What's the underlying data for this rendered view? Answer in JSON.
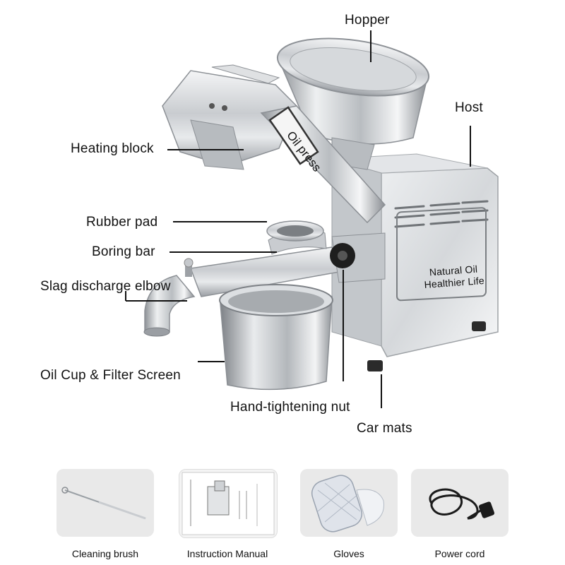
{
  "parts": {
    "hopper": "Hopper",
    "host": "Host",
    "heating_block": "Heating block",
    "rubber_pad": "Rubber pad",
    "boring_bar": "Boring bar",
    "slag_discharge_elbow": "Slag discharge elbow",
    "oil_cup_filter": "Oil Cup & Filter Screen",
    "hand_tightening_nut": "Hand-tightening nut",
    "car_mats": "Car mats"
  },
  "machine": {
    "nameplate": "Oil press",
    "panel_line1": "Natural Oil",
    "panel_line2": "Healthier Life"
  },
  "accessories": [
    {
      "label": "Cleaning brush",
      "icon": "brush-icon"
    },
    {
      "label": "Instruction Manual",
      "icon": "manual-icon"
    },
    {
      "label": "Gloves",
      "icon": "gloves-icon"
    },
    {
      "label": "Power cord",
      "icon": "power-cord-icon"
    }
  ]
}
